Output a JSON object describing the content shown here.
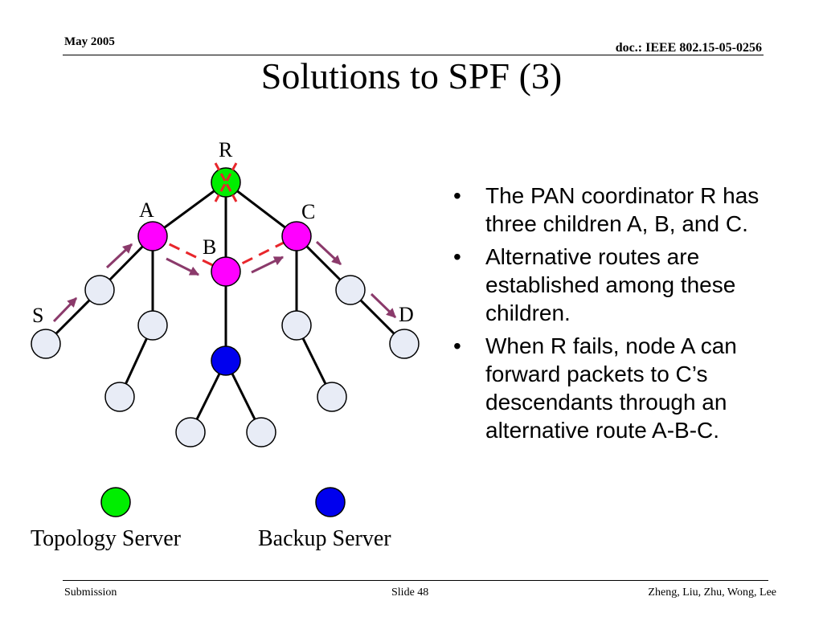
{
  "header": {
    "date": "May 2005",
    "doc_id": "doc.: IEEE 802.15-05-0256"
  },
  "title": "Solutions to SPF (3)",
  "diagram": {
    "node_labels": {
      "R": "R",
      "A": "A",
      "B": "B",
      "C": "C",
      "S": "S",
      "D": "D"
    },
    "colors": {
      "topology_server": "#00ee00",
      "backup_server": "#0000ee",
      "coordinator_child": "#ff00ff",
      "ordinary_node": "#e8ecf6",
      "failure_mark": "#e8262b",
      "route_arrow": "#8b3a6b"
    }
  },
  "bullets": [
    "The PAN coordinator R has three children A, B, and C.",
    "Alternative routes are established among these children.",
    "When R fails, node A can forward packets to C’s descendants through an alternative route A-B-C."
  ],
  "legend": {
    "topology_server": "Topology Server",
    "backup_server": "Backup Server"
  },
  "footer": {
    "left": "Submission",
    "slide": "Slide 48",
    "authors": "Zheng, Liu, Zhu, Wong, Lee"
  }
}
